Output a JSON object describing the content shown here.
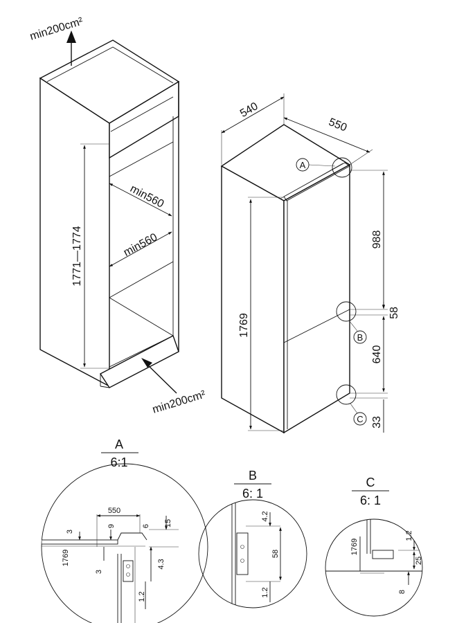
{
  "niche": {
    "vent_top": "min200cm²",
    "vent_bottom": "min200cm²",
    "height_range": "1771—1774",
    "depth_upper": "min560",
    "depth_lower": "min560"
  },
  "appliance": {
    "width": "540",
    "depth": "550",
    "height": "1769",
    "upper_section": "988",
    "gap": "58",
    "lower_section": "640",
    "bottom": "33",
    "marker_a": "A",
    "marker_b": "B",
    "marker_c": "C"
  },
  "detail_a": {
    "title": "A",
    "scale": "6:1",
    "dims": {
      "d550": "550",
      "d3": "3",
      "d9": "9",
      "d6": "6",
      "d15": "15",
      "d1769": "1769",
      "d3b": "3",
      "d43": "4.3",
      "d12": "1.2"
    }
  },
  "detail_b": {
    "title": "B",
    "scale": "6: 1",
    "dims": {
      "d42": "4.2",
      "d58": "58",
      "d12": "1.2"
    }
  },
  "detail_c": {
    "title": "C",
    "scale": "6: 1",
    "dims": {
      "d1769": "1769",
      "d12": "1.2",
      "d25": "25",
      "d8": "8"
    }
  }
}
